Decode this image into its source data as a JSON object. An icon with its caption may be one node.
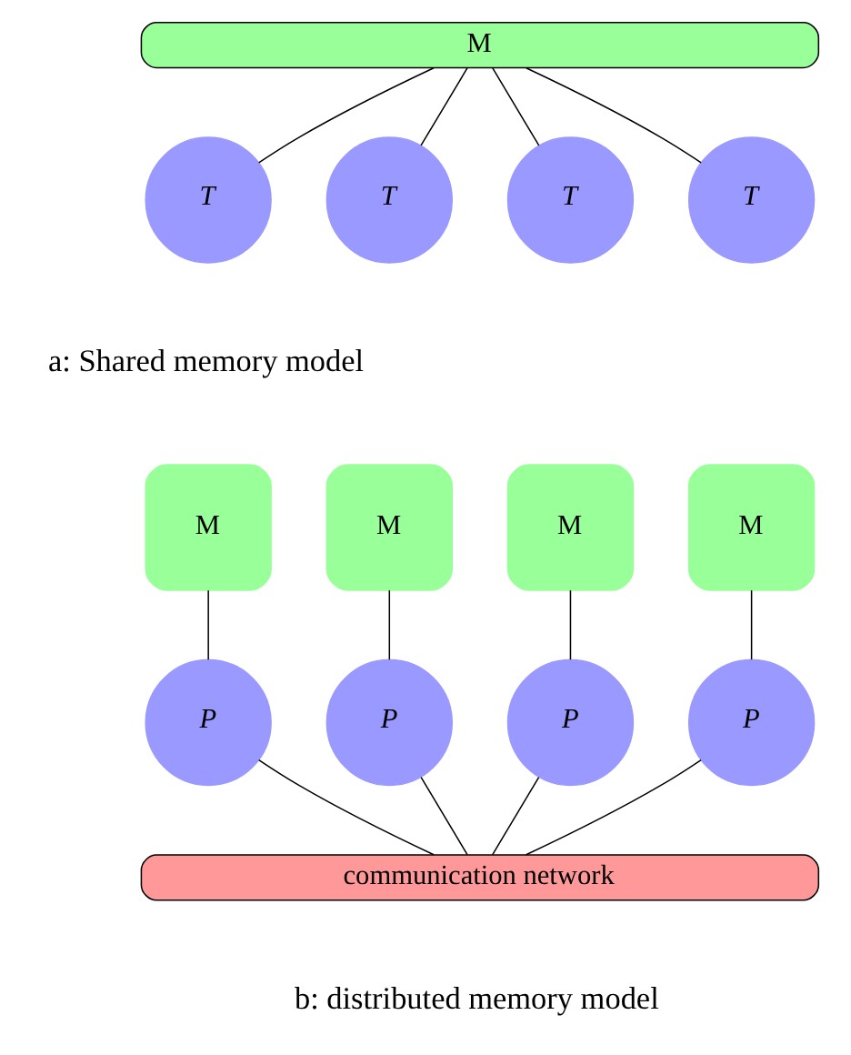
{
  "diagram": {
    "nodes": [
      {
        "text": [
          "M"
        ]
      },
      {
        "text": [
          "T"
        ]
      },
      {
        "text": [
          "T"
        ]
      },
      {
        "text": [
          "T"
        ]
      },
      {
        "text": [
          "T"
        ]
      },
      {
        "text": [
          "M"
        ]
      },
      {
        "text": [
          "M"
        ]
      },
      {
        "text": [
          "M"
        ]
      },
      {
        "text": [
          "M"
        ]
      },
      {
        "text": [
          "P"
        ]
      },
      {
        "text": [
          "P"
        ]
      },
      {
        "text": [
          "P"
        ]
      },
      {
        "text": [
          "P"
        ]
      },
      {
        "text": [
          "communication network"
        ]
      }
    ],
    "edges": [
      {
        "from": 0,
        "to": 1,
        "arrow": "none"
      },
      {
        "from": 0,
        "to": 2,
        "arrow": "none"
      },
      {
        "from": 0,
        "to": 3,
        "arrow": "none"
      },
      {
        "from": 0,
        "to": 4,
        "arrow": "none"
      },
      {
        "from": 5,
        "to": 9,
        "arrow": "none"
      },
      {
        "from": 6,
        "to": 10,
        "arrow": "none"
      },
      {
        "from": 7,
        "to": 11,
        "arrow": "none"
      },
      {
        "from": 8,
        "to": 12,
        "arrow": "none"
      },
      {
        "from": 9,
        "to": 13,
        "arrow": "none"
      },
      {
        "from": 10,
        "to": 13,
        "arrow": "none"
      },
      {
        "from": 11,
        "to": 13,
        "arrow": "none"
      },
      {
        "from": 12,
        "to": 13,
        "arrow": "none"
      }
    ],
    "labels": [
      "a: Shared memory model",
      "b: distributed memory model"
    ]
  }
}
